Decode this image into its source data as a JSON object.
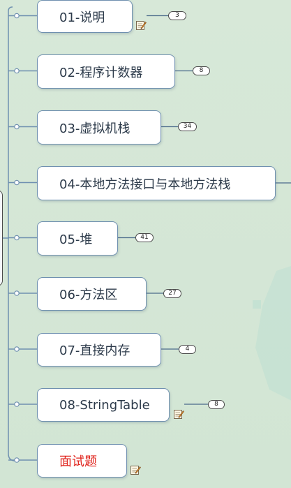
{
  "topics": [
    {
      "label": "01-说明",
      "badge": "3",
      "note": true,
      "red": false
    },
    {
      "label": "02-程序计数器",
      "badge": "8",
      "note": false,
      "red": false
    },
    {
      "label": "03-虚拟机栈",
      "badge": "34",
      "note": false,
      "red": false
    },
    {
      "label": "04-本地方法接口与本地方法栈",
      "badge": "",
      "note": false,
      "red": false
    },
    {
      "label": "05-堆",
      "badge": "41",
      "note": false,
      "red": false
    },
    {
      "label": "06-方法区",
      "badge": "27",
      "note": false,
      "red": false
    },
    {
      "label": "07-直接内存",
      "badge": "4",
      "note": false,
      "red": false
    },
    {
      "label": "08-StringTable",
      "badge": "8",
      "note": true,
      "red": false
    },
    {
      "label": "面试题",
      "badge": "",
      "note": true,
      "red": true
    }
  ],
  "colors": {
    "background": "#d4e6d6",
    "node_border": "#6f90b0",
    "connector": "#6f90b0",
    "highlight_text": "#e0231c"
  },
  "icons": {
    "note": "note-pencil-icon",
    "collapse": "collapse-circle-icon"
  }
}
